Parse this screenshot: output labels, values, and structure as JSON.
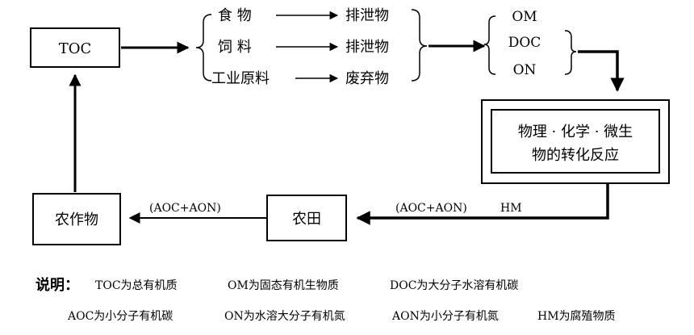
{
  "nodes": {
    "toc": "TOC",
    "sources": [
      "食 物",
      "饲 料",
      "工业原料"
    ],
    "products": [
      "排泄物",
      "排泄物",
      "废弃物"
    ],
    "pools": [
      "OM",
      "DOC",
      "ON"
    ],
    "process_line1": "物理 · 化学 · 微生",
    "process_line2": "物的转化反应",
    "field": "农田",
    "crops": "农作物"
  },
  "edge_labels": {
    "hm": "HM",
    "aoc_aon_1": "(AOC+AON)",
    "aoc_aon_2": "(AOC+AON)"
  },
  "legend": {
    "title": "说明：",
    "row1": [
      "TOC为总有机质",
      "OM为固态有机生物质",
      "DOC为大分子水溶有机碳"
    ],
    "row2": [
      "AOC为小分子有机碳",
      "ON为水溶大分子有机氮",
      "AON为小分子有机氮",
      "HM为腐殖物质"
    ]
  }
}
